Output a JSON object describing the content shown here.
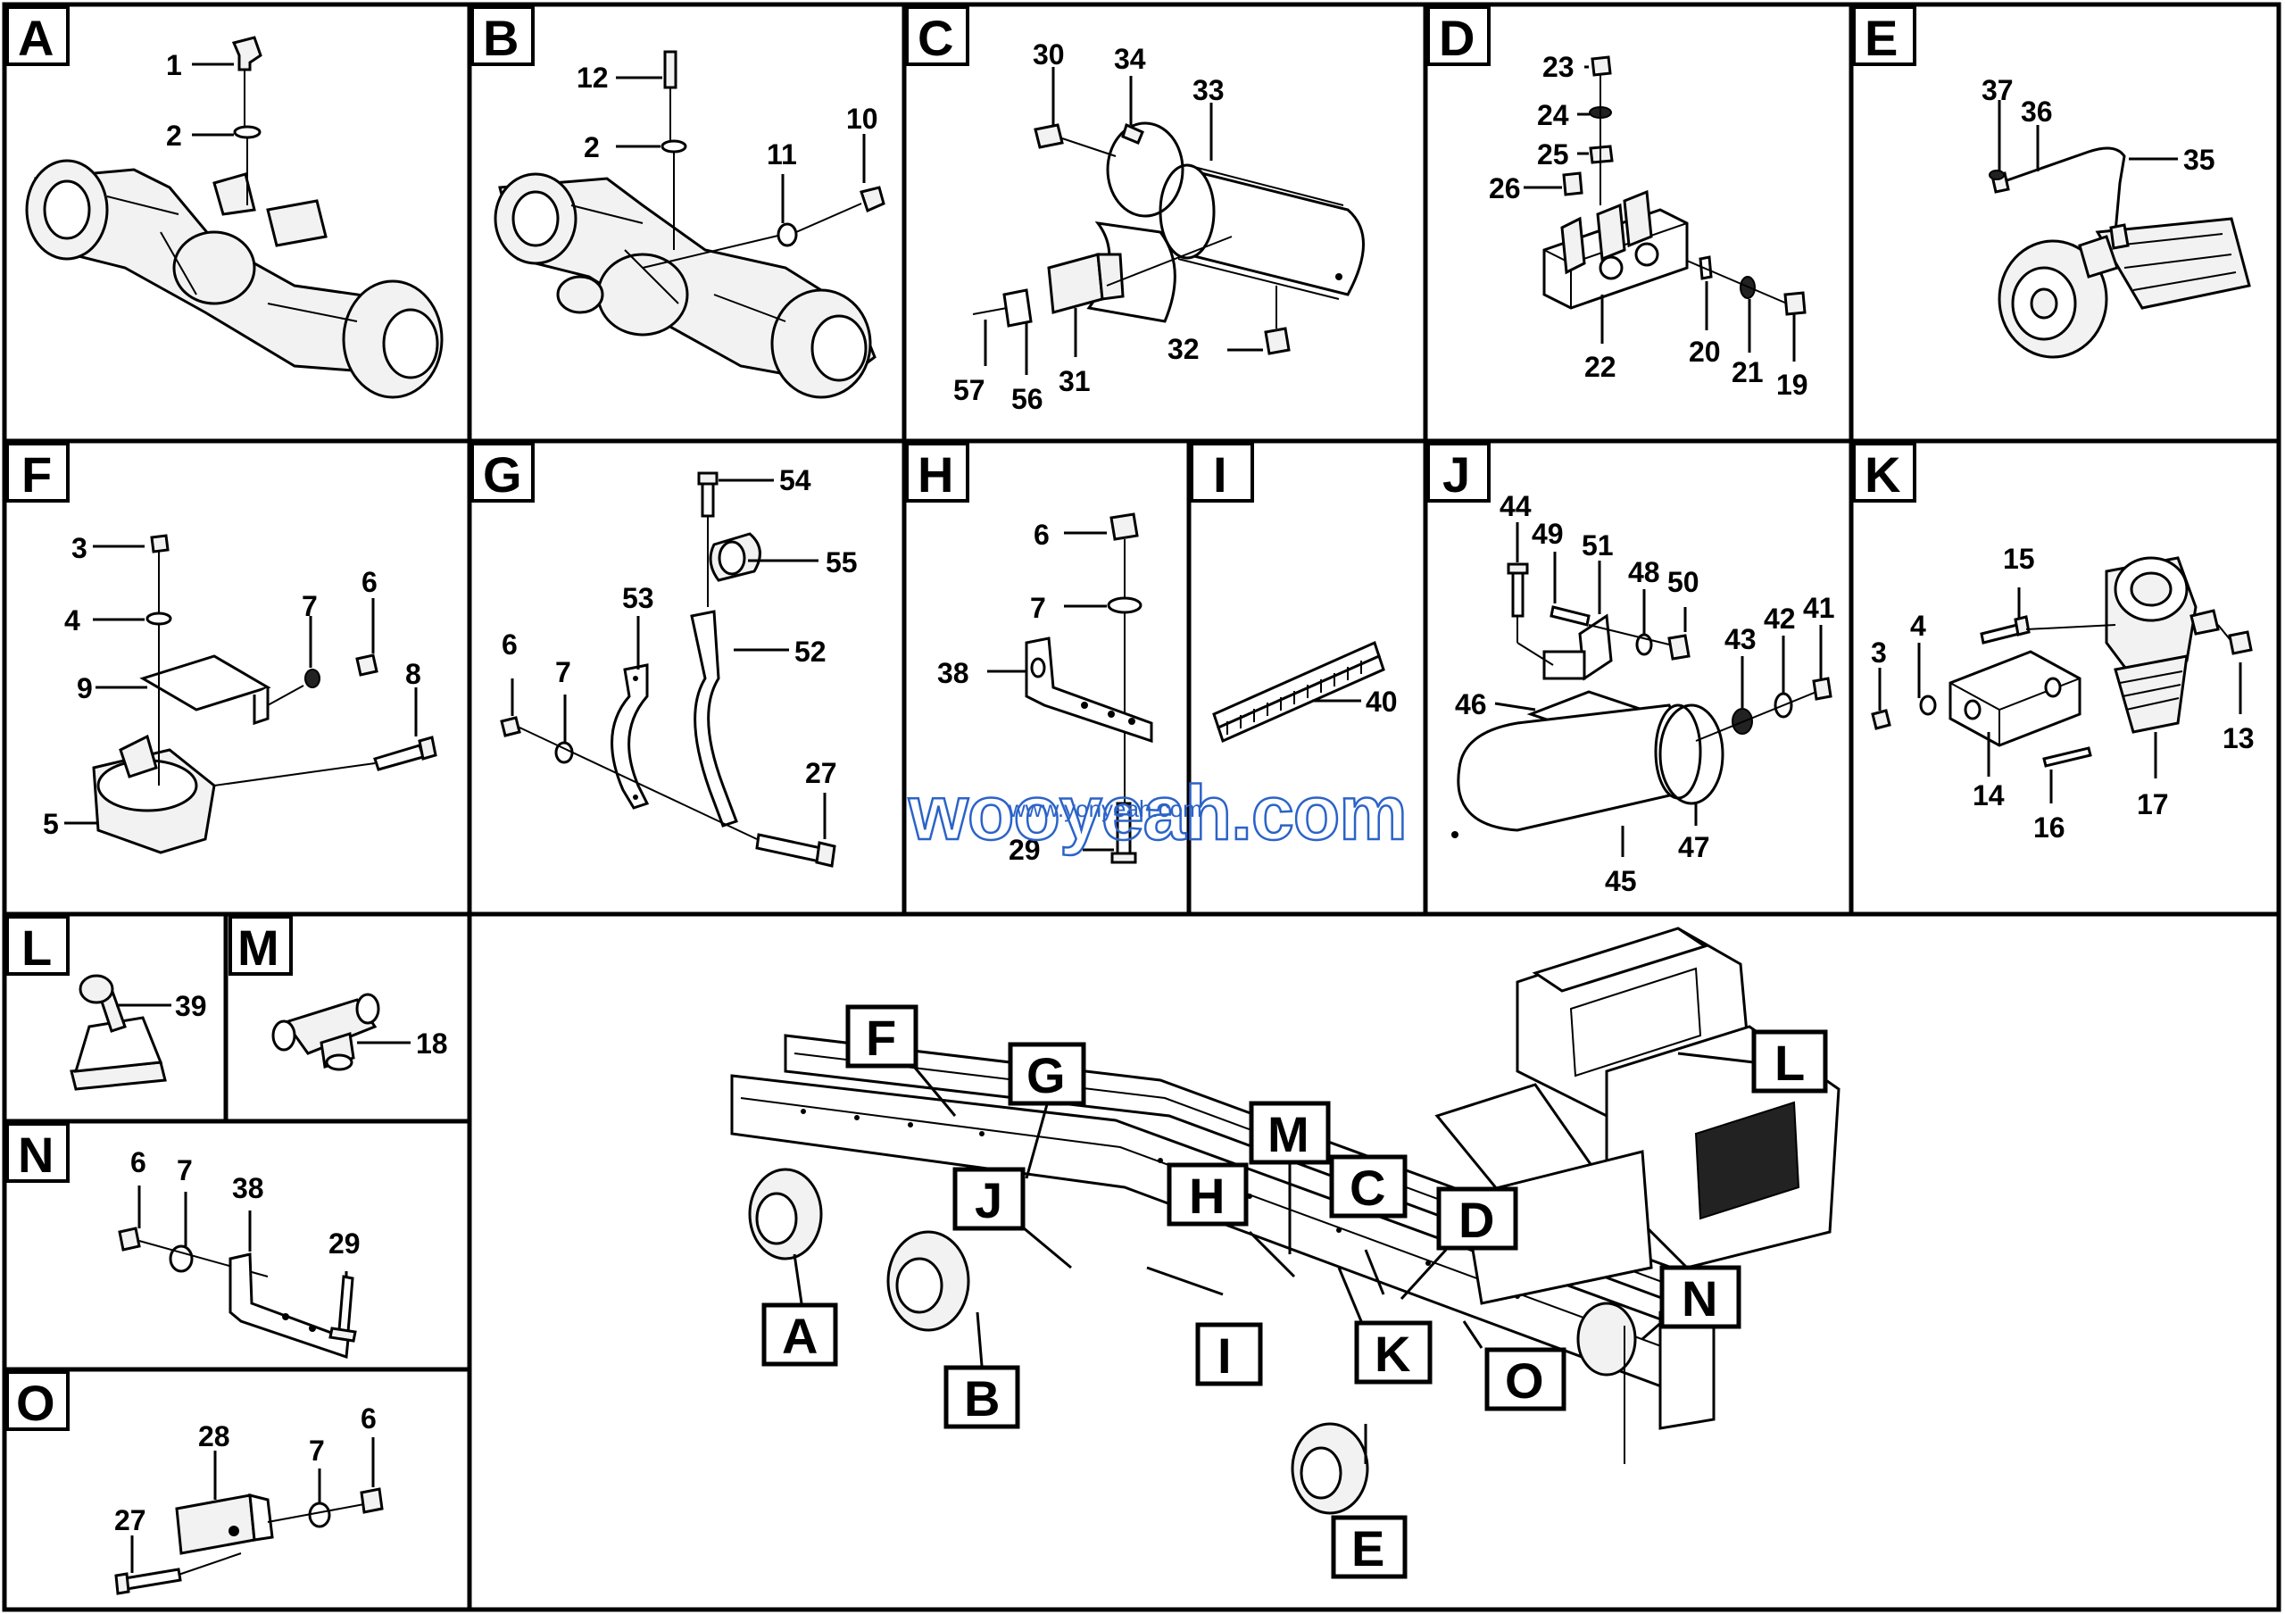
{
  "watermark": "wooyeah.com",
  "watermark_url": "www.yonyeah.com",
  "panels": {
    "A": {
      "label": "A",
      "callouts": [
        "1",
        "2"
      ]
    },
    "B": {
      "label": "B",
      "callouts": [
        "12",
        "2",
        "11",
        "10"
      ]
    },
    "C": {
      "label": "C",
      "callouts": [
        "30",
        "34",
        "33",
        "57",
        "56",
        "31",
        "32"
      ]
    },
    "D": {
      "label": "D",
      "callouts": [
        "23",
        "24",
        "25",
        "26",
        "22",
        "20",
        "21",
        "19"
      ]
    },
    "E": {
      "label": "E",
      "callouts": [
        "37",
        "36",
        "35"
      ]
    },
    "F": {
      "label": "F",
      "callouts": [
        "3",
        "4",
        "7",
        "6",
        "9",
        "8",
        "5"
      ]
    },
    "G": {
      "label": "G",
      "callouts": [
        "54",
        "55",
        "53",
        "52",
        "6",
        "7",
        "27"
      ]
    },
    "H": {
      "label": "H",
      "callouts": [
        "6",
        "7",
        "38",
        "29"
      ]
    },
    "I": {
      "label": "I",
      "callouts": [
        "40"
      ]
    },
    "J": {
      "label": "J",
      "callouts": [
        "44",
        "49",
        "51",
        "48",
        "50",
        "43",
        "42",
        "41",
        "46",
        "47",
        "45"
      ]
    },
    "K": {
      "label": "K",
      "callouts": [
        "15",
        "3",
        "4",
        "13",
        "14",
        "16",
        "17"
      ]
    },
    "L": {
      "label": "L",
      "callouts": [
        "39"
      ]
    },
    "M": {
      "label": "M",
      "callouts": [
        "18"
      ]
    },
    "N": {
      "label": "N",
      "callouts": [
        "6",
        "7",
        "38",
        "29"
      ]
    },
    "O": {
      "label": "O",
      "callouts": [
        "28",
        "7",
        "6",
        "27"
      ]
    }
  },
  "overview_tags": [
    "F",
    "G",
    "J",
    "A",
    "B",
    "H",
    "M",
    "C",
    "D",
    "L",
    "I",
    "K",
    "O",
    "N",
    "E"
  ]
}
